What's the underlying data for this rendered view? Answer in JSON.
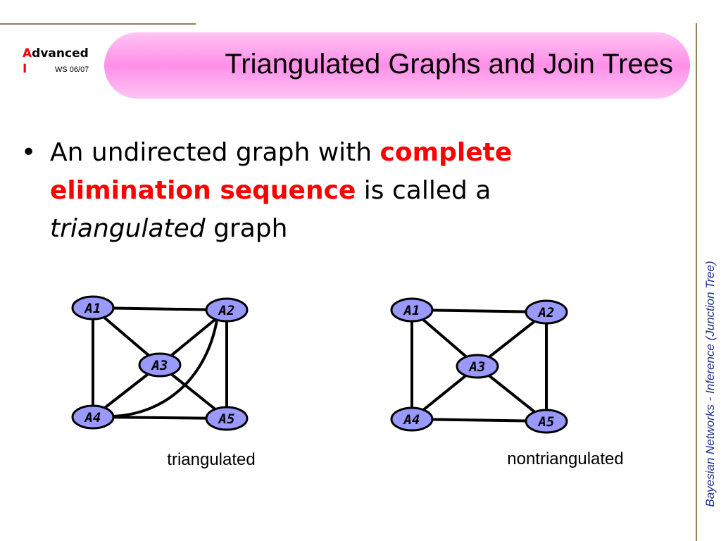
{
  "header": {
    "logo_first_letter": "A",
    "logo_rest": "dvanced",
    "logo_second_line": "I",
    "term": "WS 06/07",
    "title": "Triangulated Graphs and Join Trees"
  },
  "bullet": {
    "marker": "•",
    "text_1": "An undirected graph with ",
    "emph": "complete elimination sequence",
    "text_2": " is called a ",
    "italic": "triangulated",
    "text_3": " graph"
  },
  "graphs": [
    {
      "caption": "triangulated",
      "nodes": [
        "A1",
        "A2",
        "A3",
        "A4",
        "A5"
      ],
      "edges": [
        [
          "A1",
          "A2"
        ],
        [
          "A1",
          "A3"
        ],
        [
          "A1",
          "A4"
        ],
        [
          "A2",
          "A3"
        ],
        [
          "A2",
          "A5"
        ],
        [
          "A2",
          "A4"
        ],
        [
          "A3",
          "A4"
        ],
        [
          "A3",
          "A5"
        ],
        [
          "A4",
          "A5"
        ]
      ]
    },
    {
      "caption": "nontriangulated",
      "nodes": [
        "A1",
        "A2",
        "A3",
        "A4",
        "A5"
      ],
      "edges": [
        [
          "A1",
          "A2"
        ],
        [
          "A1",
          "A3"
        ],
        [
          "A1",
          "A4"
        ],
        [
          "A2",
          "A3"
        ],
        [
          "A2",
          "A5"
        ],
        [
          "A3",
          "A4"
        ],
        [
          "A3",
          "A5"
        ],
        [
          "A4",
          "A5"
        ]
      ]
    }
  ],
  "sidebar": {
    "text": "Bayesian Networks  - Inference (Junction Tree)"
  },
  "colors": {
    "node_fill": "#9999ff",
    "title_bar": "#ff99ee",
    "emphasis": "#ff0000",
    "sidebar_text": "#1a2f8a"
  }
}
